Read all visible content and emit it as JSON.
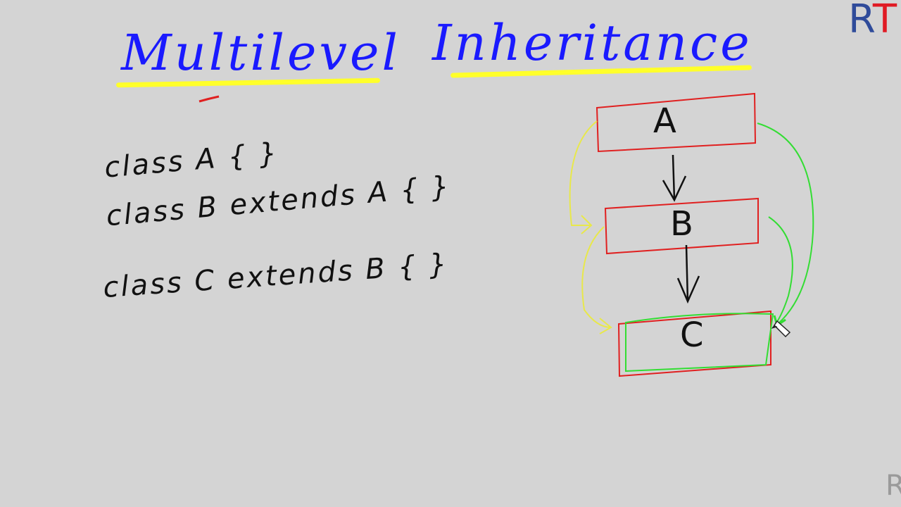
{
  "title": {
    "word1": "Multilevel",
    "word2": "Inheritance"
  },
  "code": {
    "line1": "class A { }",
    "line2": "class B extends A { }",
    "line3": "class C extends B { }"
  },
  "diagram": {
    "boxes": [
      "A",
      "B",
      "C"
    ]
  },
  "logo": {
    "r": "R",
    "t": "T"
  },
  "corner_mark": "R",
  "colors": {
    "background": "#d4d4d4",
    "title": "#1a1aff",
    "highlight": "#ffff2a",
    "box_border": "#e02020",
    "green_arrow": "#33dd33",
    "yellow_arrow": "#e8e84a",
    "logo_r": "#2f4b9a",
    "logo_t": "#e01b24"
  }
}
